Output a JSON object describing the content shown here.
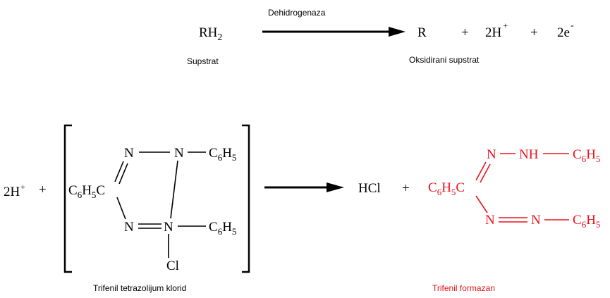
{
  "reaction1": {
    "substrate": "RH",
    "substrate_sub": "2",
    "substrate_label": "Supstrat",
    "enzyme": "Dehidrogenaza",
    "product": "R",
    "plus": "+",
    "coef_h": "2H",
    "h_charge": "+",
    "coef_e": "2e",
    "e_charge": "-",
    "product_label": "Oksidirani supstrat"
  },
  "reaction2": {
    "reactant_h": "2H",
    "reactant_h_charge": "+",
    "plus": "+",
    "n": "N",
    "ph": "C",
    "ph_c_sub": "6",
    "ph_h": "H",
    "ph_h_sub": "5",
    "nh": "NH",
    "cl": "Cl",
    "hcl": "HCl",
    "reactant_label": "Trifenil tetrazolijum klorid",
    "product_label": "Trifenil formazan"
  },
  "colors": {
    "ink": "#000000",
    "product": "#e8141c"
  }
}
